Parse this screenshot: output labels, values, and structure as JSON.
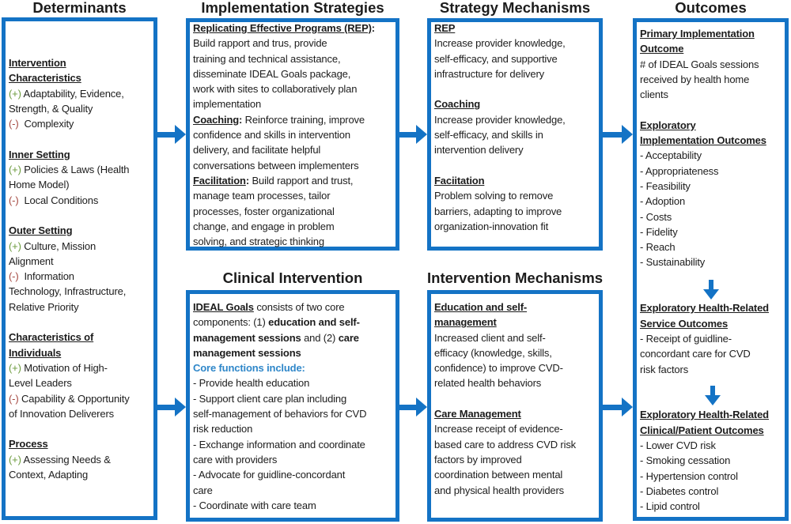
{
  "titles": {
    "determinants": "Determinants",
    "strategies": "Implementation Strategies",
    "strategy_mechanisms": "Strategy Mechanisms",
    "outcomes": "Outcomes",
    "clinical": "Clinical Intervention",
    "intervention_mechanisms": "Intervention Mechanisms"
  },
  "colors": {
    "border": "#1473c5",
    "positive": "#6b9a3c",
    "negative": "#a4473f",
    "core_functions": "#2f87c9"
  },
  "boxes": {
    "determinants": {
      "lines": [
        [
          [
            "Intervention",
            "u"
          ]
        ],
        [
          [
            "Characteristics",
            "u"
          ]
        ],
        [
          [
            "(+)",
            "g"
          ],
          [
            " Adaptability, Evidence,",
            ""
          ]
        ],
        [
          [
            "Strength, & Quality",
            ""
          ]
        ],
        [
          [
            "(-)",
            "r"
          ],
          [
            "  Complexity",
            ""
          ]
        ],
        [],
        [
          [
            "Inner Setting",
            "u"
          ]
        ],
        [
          [
            "(+)",
            "g"
          ],
          [
            " Policies & Laws (Health",
            ""
          ]
        ],
        [
          [
            "Home Model)",
            ""
          ]
        ],
        [
          [
            "(-)",
            "r"
          ],
          [
            "  Local Conditions",
            ""
          ]
        ],
        [],
        [
          [
            "Outer Setting",
            "u"
          ]
        ],
        [
          [
            "(+)",
            "g"
          ],
          [
            " Culture, Mission",
            ""
          ]
        ],
        [
          [
            "Alignment",
            ""
          ]
        ],
        [
          [
            "(-)",
            "r"
          ],
          [
            "  Information",
            ""
          ]
        ],
        [
          [
            "Technology, Infrastructure,",
            ""
          ]
        ],
        [
          [
            "Relative Priority",
            ""
          ]
        ],
        [],
        [
          [
            "Characteristics of",
            "u"
          ]
        ],
        [
          [
            "Individuals",
            "u"
          ]
        ],
        [
          [
            "(+)",
            "g"
          ],
          [
            " Motivation of High-",
            ""
          ]
        ],
        [
          [
            "Level Leaders",
            ""
          ]
        ],
        [
          [
            "(-)",
            "r"
          ],
          [
            " Capability & Opportunity",
            ""
          ]
        ],
        [
          [
            "of Innovation Deliverers",
            ""
          ]
        ],
        [],
        [
          [
            "Process",
            "u"
          ]
        ],
        [
          [
            "(+)",
            "g"
          ],
          [
            " Assessing Needs &",
            ""
          ]
        ],
        [
          [
            "Context, Adapting",
            ""
          ]
        ]
      ]
    },
    "strategies": {
      "lines": [
        [
          [
            "Replicating Effective Programs (REP)",
            "u"
          ],
          [
            ":",
            "b"
          ]
        ],
        [
          [
            "Build rapport and trus, provide",
            ""
          ]
        ],
        [
          [
            "training and technical assistance,",
            ""
          ]
        ],
        [
          [
            "disseminate IDEAL Goals package,",
            ""
          ]
        ],
        [
          [
            "work with sites to collaboratively plan",
            ""
          ]
        ],
        [
          [
            "implementation",
            ""
          ]
        ],
        [
          [
            "Coaching",
            "u"
          ],
          [
            ":",
            "b"
          ],
          [
            " Reinforce training, improve",
            ""
          ]
        ],
        [
          [
            "confidence and skills in intervention",
            ""
          ]
        ],
        [
          [
            "delivery, and facilitate helpful",
            ""
          ]
        ],
        [
          [
            "conversations between implementers",
            ""
          ]
        ],
        [
          [
            "Facilitation",
            "u"
          ],
          [
            ":",
            "b"
          ],
          [
            " Build rapport and trust,",
            ""
          ]
        ],
        [
          [
            "manage team processes, tailor",
            ""
          ]
        ],
        [
          [
            "processes, foster organizational",
            ""
          ]
        ],
        [
          [
            "change, and engage in problem",
            ""
          ]
        ],
        [
          [
            "solving, and strategic thinking",
            ""
          ]
        ]
      ]
    },
    "strategy_mechanisms": {
      "lines": [
        [
          [
            "REP",
            "u"
          ]
        ],
        [
          [
            "Increase provider knowledge,",
            ""
          ]
        ],
        [
          [
            "self-efficacy, and supportive",
            ""
          ]
        ],
        [
          [
            "infrastructure for delivery",
            ""
          ]
        ],
        [],
        [
          [
            "Coaching",
            "u"
          ]
        ],
        [
          [
            "Increase provider knowledge,",
            ""
          ]
        ],
        [
          [
            "self-efficacy, and skills in",
            ""
          ]
        ],
        [
          [
            "intervention delivery",
            ""
          ]
        ],
        [],
        [
          [
            "Faciitation",
            "u"
          ]
        ],
        [
          [
            "Problem solving to remove",
            ""
          ]
        ],
        [
          [
            "barriers, adapting to improve",
            ""
          ]
        ],
        [
          [
            "organization-innovation fit",
            ""
          ]
        ]
      ]
    },
    "clinical": {
      "lines": [
        [
          [
            "IDEAL Goals",
            "u"
          ],
          [
            " consists of two core",
            ""
          ]
        ],
        [
          [
            "components: (1) ",
            ""
          ],
          [
            "education and self-",
            "b"
          ]
        ],
        [
          [
            "management sessions",
            "b"
          ],
          [
            " and (2) ",
            ""
          ],
          [
            "care",
            "b"
          ]
        ],
        [
          [
            "management sessions",
            "b"
          ]
        ],
        [
          [
            "Core functions include:",
            "c"
          ]
        ],
        [
          [
            "- Provide health education",
            ""
          ]
        ],
        [
          [
            "- Support client care plan including",
            ""
          ]
        ],
        [
          [
            "self-management of behaviors for CVD",
            ""
          ]
        ],
        [
          [
            "risk reduction",
            ""
          ]
        ],
        [
          [
            "- Exchange information and coordinate",
            ""
          ]
        ],
        [
          [
            "care with providers",
            ""
          ]
        ],
        [
          [
            "- Advocate for guidline-concordant",
            ""
          ]
        ],
        [
          [
            "care",
            ""
          ]
        ],
        [
          [
            "- Coordinate with care team",
            ""
          ]
        ]
      ]
    },
    "intervention_mechanisms": {
      "lines": [
        [
          [
            "Education and self-",
            "u"
          ]
        ],
        [
          [
            "management",
            "u"
          ]
        ],
        [
          [
            "Increased client and self-",
            ""
          ]
        ],
        [
          [
            "efficacy (knowledge, skills,",
            ""
          ]
        ],
        [
          [
            "confidence) to improve CVD-",
            ""
          ]
        ],
        [
          [
            "related health behaviors",
            ""
          ]
        ],
        [],
        [
          [
            "Care Management",
            "u"
          ]
        ],
        [
          [
            "Increase receipt of evidence-",
            ""
          ]
        ],
        [
          [
            "based care to address CVD risk",
            ""
          ]
        ],
        [
          [
            "factors by improved",
            ""
          ]
        ],
        [
          [
            "coordination between mental",
            ""
          ]
        ],
        [
          [
            "and physical health providers",
            ""
          ]
        ]
      ]
    },
    "outcomes": {
      "lines": [
        [
          [
            "Primary Implementation",
            "u"
          ]
        ],
        [
          [
            "Outcome",
            "u"
          ]
        ],
        [
          [
            "# of IDEAL Goals sessions",
            ""
          ]
        ],
        [
          [
            "received by health home",
            ""
          ]
        ],
        [
          [
            "clients",
            ""
          ]
        ],
        [],
        [
          [
            "Exploratory",
            "u"
          ]
        ],
        [
          [
            "Implementation Outcomes",
            "u"
          ]
        ],
        [
          [
            "- Acceptability",
            ""
          ]
        ],
        [
          [
            "- Appropriateness",
            ""
          ]
        ],
        [
          [
            "- Feasibility",
            ""
          ]
        ],
        [
          [
            "- Adoption",
            ""
          ]
        ],
        [
          [
            "- Costs",
            ""
          ]
        ],
        [
          [
            "- Fidelity",
            ""
          ]
        ],
        [
          [
            "- Reach",
            ""
          ]
        ],
        [
          [
            "- Sustainability",
            ""
          ]
        ],
        [],
        [],
        [
          [
            "Exploratory Health-Related",
            "u"
          ]
        ],
        [
          [
            "Service Outcomes",
            "u"
          ]
        ],
        [
          [
            "- Receipt of guidline-",
            ""
          ]
        ],
        [
          [
            "concordant care for CVD",
            ""
          ]
        ],
        [
          [
            "risk factors",
            ""
          ]
        ],
        [],
        [],
        [
          [
            "Exploratory Health-Related",
            "u"
          ]
        ],
        [
          [
            "Clinical/Patient Outcomes",
            "u"
          ]
        ],
        [
          [
            "- Lower CVD risk",
            ""
          ]
        ],
        [
          [
            "- Smoking cessation",
            ""
          ]
        ],
        [
          [
            "- Hypertension control",
            ""
          ]
        ],
        [
          [
            "- Diabetes control",
            ""
          ]
        ],
        [
          [
            "- Lipid control",
            ""
          ]
        ]
      ]
    }
  }
}
